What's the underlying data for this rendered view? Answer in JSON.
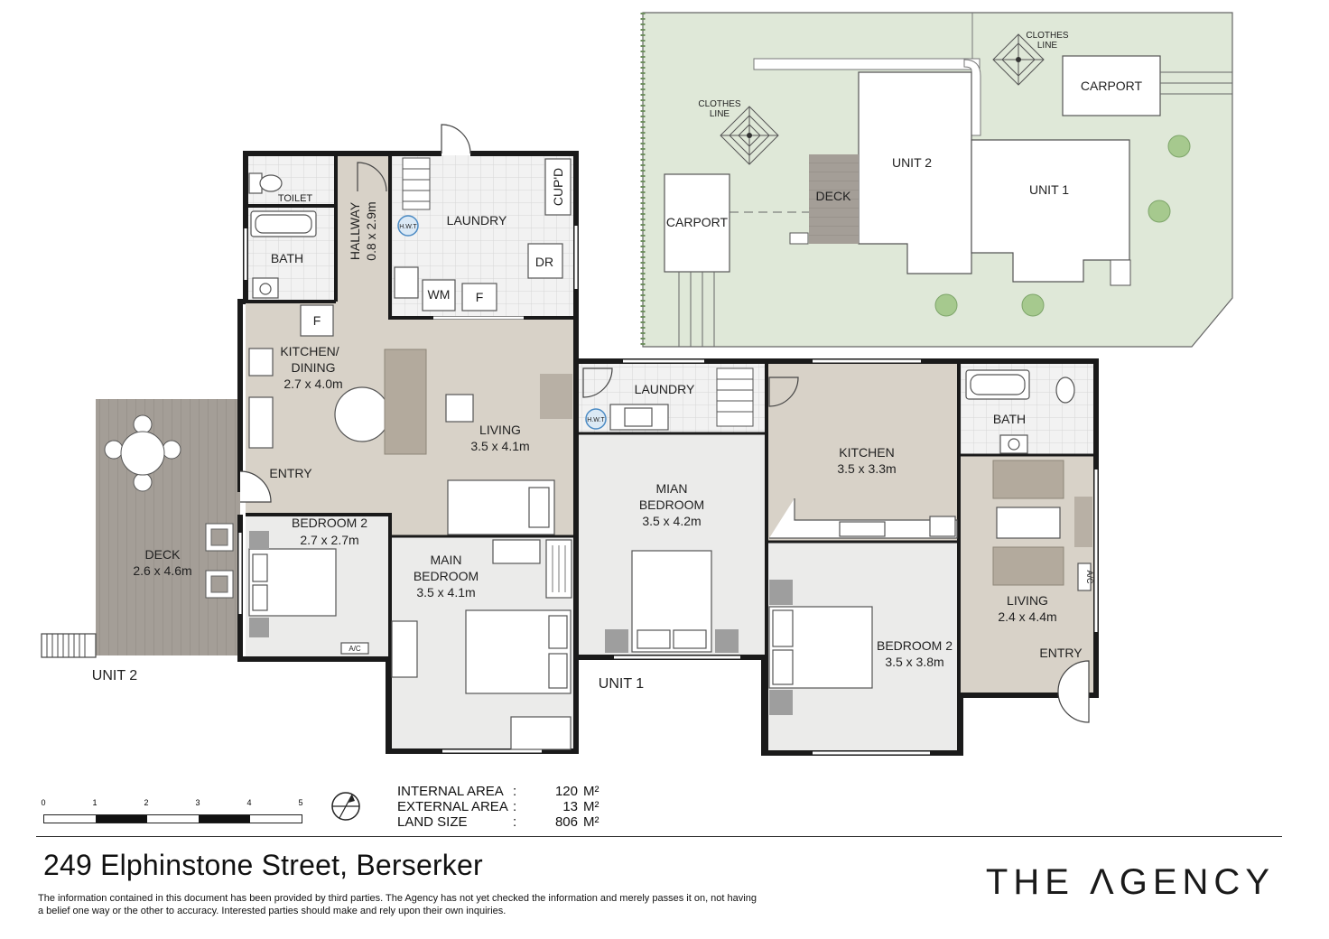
{
  "site_plan": {
    "clothes_line_1": "CLOTHES\nLINE",
    "clothes_line_2": "CLOTHES\nLINE",
    "carport_left": "CARPORT",
    "carport_right": "CARPORT",
    "deck": "DECK",
    "unit_2": "UNIT 2",
    "unit_1": "UNIT 1"
  },
  "unit2": {
    "label": "UNIT 2",
    "toilet": "TOILET",
    "bath": "BATH",
    "hallway": "HALLWAY",
    "hallway_dim": "0.8 x 2.9m",
    "hwt": "H.W.T",
    "laundry": "LAUNDRY",
    "cupd": "CUP'D",
    "dr": "DR",
    "wm": "WM",
    "f1": "F",
    "f2": "F",
    "kitchen": "KITCHEN/",
    "dining": "DINING",
    "kitchen_dim": "2.7 x 4.0m",
    "living": "LIVING",
    "living_dim": "3.5 x 4.1m",
    "entry": "ENTRY",
    "bedroom2": "BEDROOM 2",
    "bedroom2_dim": "2.7 x 2.7m",
    "deck": "DECK",
    "deck_dim": "2.6 x 4.6m",
    "main_bedroom_1": "MAIN",
    "main_bedroom_2": "BEDROOM",
    "main_bedroom_dim": "3.5 x 4.1m",
    "ac": "A/C"
  },
  "unit1": {
    "label": "UNIT 1",
    "laundry": "LAUNDRY",
    "hwt": "H.W.T",
    "mian_bedroom_1": "MIAN",
    "mian_bedroom_2": "BEDROOM",
    "mian_bedroom_dim": "3.5 x 4.2m",
    "kitchen": "KITCHEN",
    "kitchen_dim": "3.5 x 3.3m",
    "bath": "BATH",
    "living": "LIVING",
    "living_dim": "2.4 x 4.4m",
    "entry": "ENTRY",
    "bedroom2": "BEDROOM 2",
    "bedroom2_dim": "3.5 x 3.8m",
    "ac": "A/C"
  },
  "scale": {
    "ticks": [
      "0",
      "1",
      "2",
      "3",
      "4",
      "5"
    ]
  },
  "areas": [
    {
      "key": "INTERNAL AREA",
      "value": "120",
      "unit": "M²"
    },
    {
      "key": "EXTERNAL AREA",
      "value": "13",
      "unit": "M²"
    },
    {
      "key": "LAND SIZE",
      "value": "806",
      "unit": "M²"
    }
  ],
  "address": "249 Elphinstone Street, Berserker",
  "brand": "THE ΛGENCY",
  "disclaimer": "The information contained in this document has been provided by third parties. The Agency has not yet checked the information and merely passes it on, not having a belief one way or the other to accuracy. Interested parties should make and rely upon their own inquiries.",
  "colors": {
    "site_green": "#dfe8d8",
    "room_beige": "#d8d2c8",
    "room_light": "#ebebea",
    "deck_grey": "#a8a29b",
    "wet_tile": "#f0f0f0"
  }
}
